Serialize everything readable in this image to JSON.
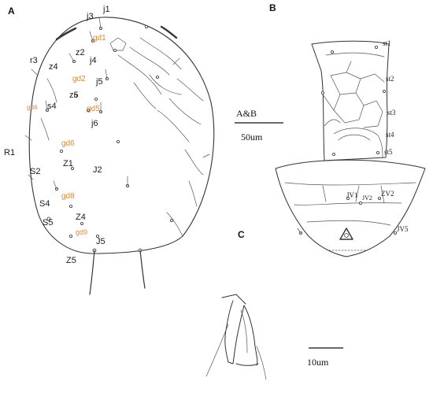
{
  "panels": {
    "a": {
      "label": "A"
    },
    "b": {
      "label": "B"
    },
    "c": {
      "label": "C"
    }
  },
  "dorsal_setae": [
    "j1",
    "j3",
    "z2",
    "j4",
    "r3",
    "z4",
    "j5",
    "z5",
    "s4",
    "j6",
    "R1",
    "Z1",
    "J2",
    "S2",
    "S4",
    "Z4",
    "S5",
    "J5",
    "Z5"
  ],
  "gland_pores": [
    "gd1",
    "gd2",
    "gd4",
    "gd5",
    "gd6",
    "gd8",
    "gd9"
  ],
  "ventral_setae": [
    "st1",
    "st2",
    "st3",
    "st4",
    "st5",
    "JV1",
    "JV2",
    "ZV2",
    "JV5"
  ],
  "scale_ab": {
    "label": "A&B",
    "value": "50um"
  },
  "scale_c": {
    "value": "10um"
  },
  "colors": {
    "ink": "#333333",
    "gland_label": "#d9893a"
  }
}
